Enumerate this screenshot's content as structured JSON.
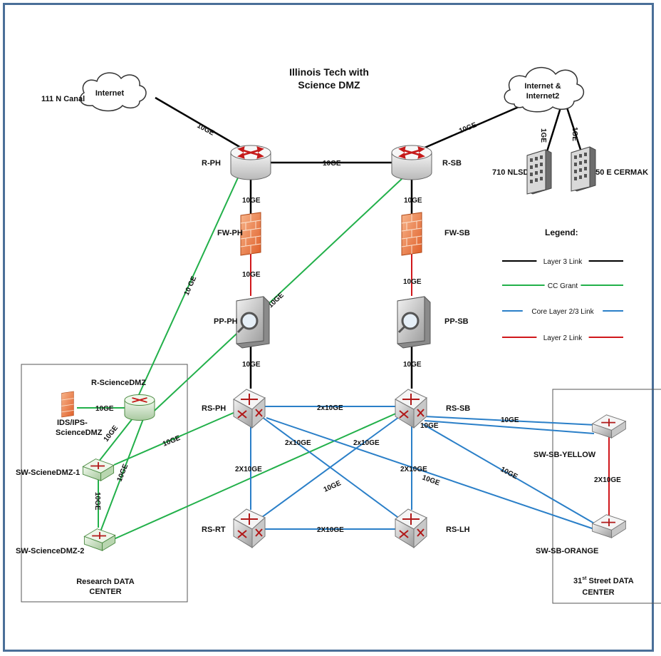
{
  "title": {
    "line1": "Illinois Tech with",
    "line2": "Science DMZ"
  },
  "clouds": {
    "internet": "Internet",
    "internet2_line1": "Internet &",
    "internet2_line2": "Internet2"
  },
  "sites": {
    "canal": "111 N Canal",
    "nlsd": "710 NLSD",
    "cermak": "350 E CERMAK"
  },
  "nodes": {
    "r_ph": "R-PH",
    "r_sb": "R-SB",
    "fw_ph": "FW-PH",
    "fw_sb": "FW-SB",
    "pp_ph": "PP-PH",
    "pp_sb": "PP-SB",
    "rs_ph": "RS-PH",
    "rs_sb": "RS-SB",
    "rs_rt": "RS-RT",
    "rs_lh": "RS-LH",
    "r_sdmz": "R-ScienceDMZ",
    "ids_line1": "IDS/IPS-",
    "ids_line2": "ScienceDMZ",
    "sw_sdmz1": "SW-ScieneDMZ-1",
    "sw_sdmz2": "SW-ScienceDMZ-2",
    "sw_yellow": "SW-SB-YELLOW",
    "sw_orange": "SW-SB-ORANGE"
  },
  "datacenters": {
    "research_line1": "Research  DATA",
    "research_line2": "CENTER",
    "street_line1": "31",
    "street_sup": "st",
    "street_line1b": " Street DATA",
    "street_line2": "CENTER"
  },
  "links": {
    "internet_rph": "10GE",
    "rph_rsb": "10GE",
    "rsb_internet2": "10GE",
    "i2_nlsd": "1GE",
    "i2_cermak": "1GE",
    "rph_fw": "10GE",
    "rsb_fw": "10GE",
    "fwph_pp": "10GE",
    "fwsb_pp": "10GE",
    "pp_rsph": "10GE",
    "pp_rssb": "10GE",
    "rph_sdmz": "10 GE",
    "rsb_sdmz": "10GE",
    "ids_rsdmz": "10GE",
    "rsdmz_sw1": "10GE",
    "rsdmz_sw2": "10GE",
    "sw1_sw2": "10GE",
    "sw1_rsph": "10GE",
    "sw2_rssb": "10GE",
    "rsph_rssb": "2x10GE",
    "rsph_rslh": "2x10GE",
    "rssb_rsrt": "2x10GE",
    "rsph_rsrt": "2X10GE",
    "rssb_rslh": "2X10GE",
    "rsrt_rslh": "2X10GE",
    "rssb_yellow_a": "10GE",
    "rssb_yellow_b": "10GE",
    "rssb_orange": "10GE",
    "rsph_orange": "10GE",
    "yellow_orange": "2X10GE"
  },
  "legend": {
    "heading": "Legend:",
    "items": [
      {
        "label": "Layer 3 Link",
        "color": "#000000"
      },
      {
        "label": "CC Grant",
        "color": "#22b04a"
      },
      {
        "label": "Core Layer 2/3 Link",
        "color": "#2a7fc8"
      },
      {
        "label": "Layer 2 Link",
        "color": "#d0171b"
      }
    ]
  },
  "colors": {
    "layer3": "#000000",
    "grant": "#22b04a",
    "core": "#2a7fc8",
    "layer2": "#d0171b",
    "frame": "#4a6f98"
  }
}
